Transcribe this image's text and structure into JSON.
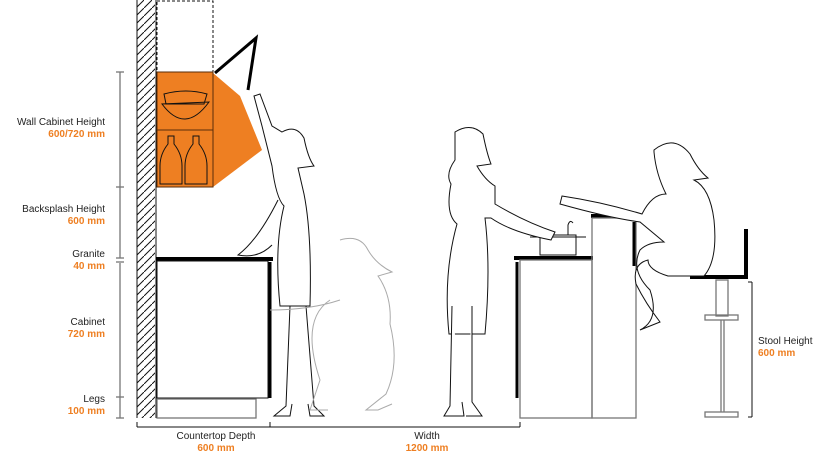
{
  "colors": {
    "accent": "#ee7f22",
    "line": "#111111"
  },
  "dimensions": {
    "wall_cabinet": {
      "label": "Wall Cabinet Height",
      "value": "600/720 mm"
    },
    "backsplash": {
      "label": "Backsplash Height",
      "value": "600 mm"
    },
    "granite": {
      "label": "Granite",
      "value": "40 mm"
    },
    "cabinet": {
      "label": "Cabinet",
      "value": "720 mm"
    },
    "legs": {
      "label": "Legs",
      "value": "100 mm"
    },
    "countertop_depth": {
      "label": "Countertop Depth",
      "value": "600 mm"
    },
    "width": {
      "label": "Width",
      "value": "1200 mm"
    },
    "stool_height": {
      "label": "Stool Height",
      "value": "600 mm"
    }
  }
}
